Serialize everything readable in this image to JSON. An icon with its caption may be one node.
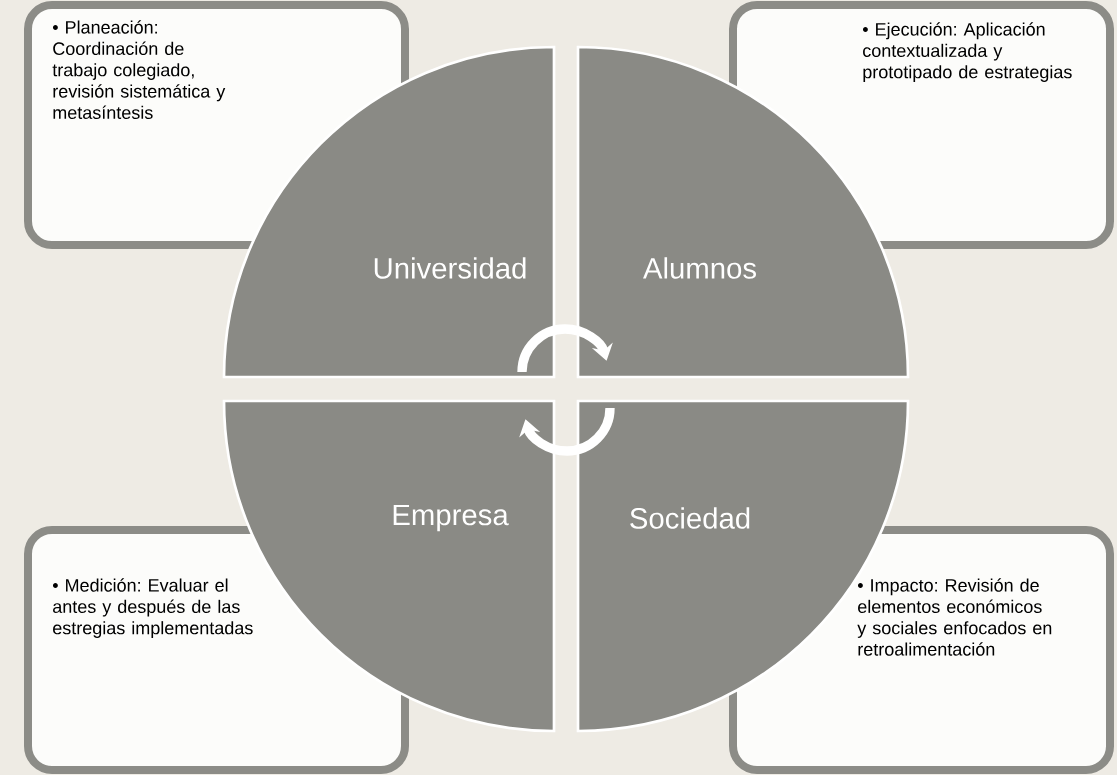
{
  "diagram": {
    "nodes": [
      {
        "text": [
          "• Planeación: Coordinación de trabajo colegiado, revisión sistemática y metasíntesis"
        ]
      },
      {
        "text": [
          "• Ejecución: Aplicación contextualizada y prototipado de estrategias"
        ]
      },
      {
        "text": [
          "Universidad"
        ]
      },
      {
        "text": [
          "Alumnos"
        ]
      },
      {
        "text": [
          "Empresa"
        ]
      },
      {
        "text": [
          "Sociedad"
        ]
      },
      {
        "text": [
          "• Medición: Evaluar el antes y después de las estregias implementadas"
        ]
      },
      {
        "text": [
          "• Impacto: Revisión de elementos económicos y sociales enfocados en retroalimentación"
        ]
      }
    ],
    "edges": [
      {
        "from": 2,
        "to": 3,
        "arrow": "to"
      },
      {
        "from": 5,
        "to": 4,
        "arrow": "to"
      }
    ]
  }
}
